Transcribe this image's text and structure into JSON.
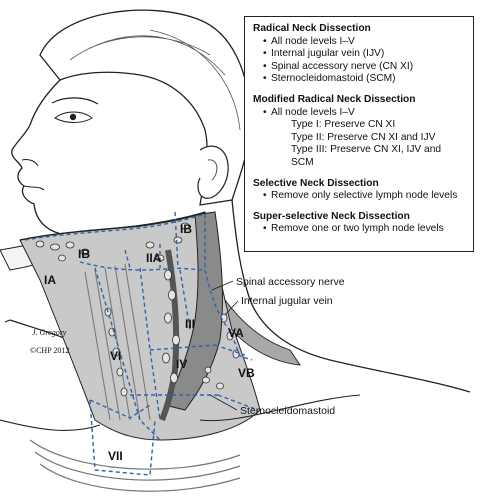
{
  "legend": {
    "radical": {
      "title": "Radical Neck Dissection",
      "items": [
        "All node levels I–V",
        "Internal jugular vein (IJV)",
        "Spinal accessory nerve (CN XI)",
        "Sternocleidomastoid (SCM)"
      ]
    },
    "modified": {
      "title": "Modified Radical Neck Dissection",
      "items": [
        "All node levels I–V"
      ],
      "subitems": [
        "Type I: Preserve CN XI",
        "Type II: Preserve CN XI and IJV",
        "Type III: Preserve CN XI, IJV and SCM"
      ]
    },
    "selective": {
      "title": "Selective Neck Dissection",
      "items": [
        "Remove only selective lymph node levels"
      ]
    },
    "superselective": {
      "title": "Super-selective Neck Dissection",
      "items": [
        "Remove one or two lymph node levels"
      ]
    }
  },
  "levels": {
    "IA": "IA",
    "IB_left": "IB",
    "IB_right": "IB",
    "IIA": "IIA",
    "III": "III",
    "IV": "IV",
    "VA": "VA",
    "VB": "VB",
    "VI": "VI",
    "VII": "VII"
  },
  "callouts": {
    "spinal": "Spinal accessory nerve",
    "ijv": "Internal jugular vein",
    "scm": "Sternocleidomastoid"
  },
  "credit": {
    "signature": "J. Gregory",
    "copyright": "©CHP 2012"
  },
  "colors": {
    "line": "#222222",
    "muscle": "#9a9a9a",
    "muscle_dark": "#6f6f6f",
    "node": "#e4e4e4",
    "dashed_boundary": "#2f64a8"
  }
}
